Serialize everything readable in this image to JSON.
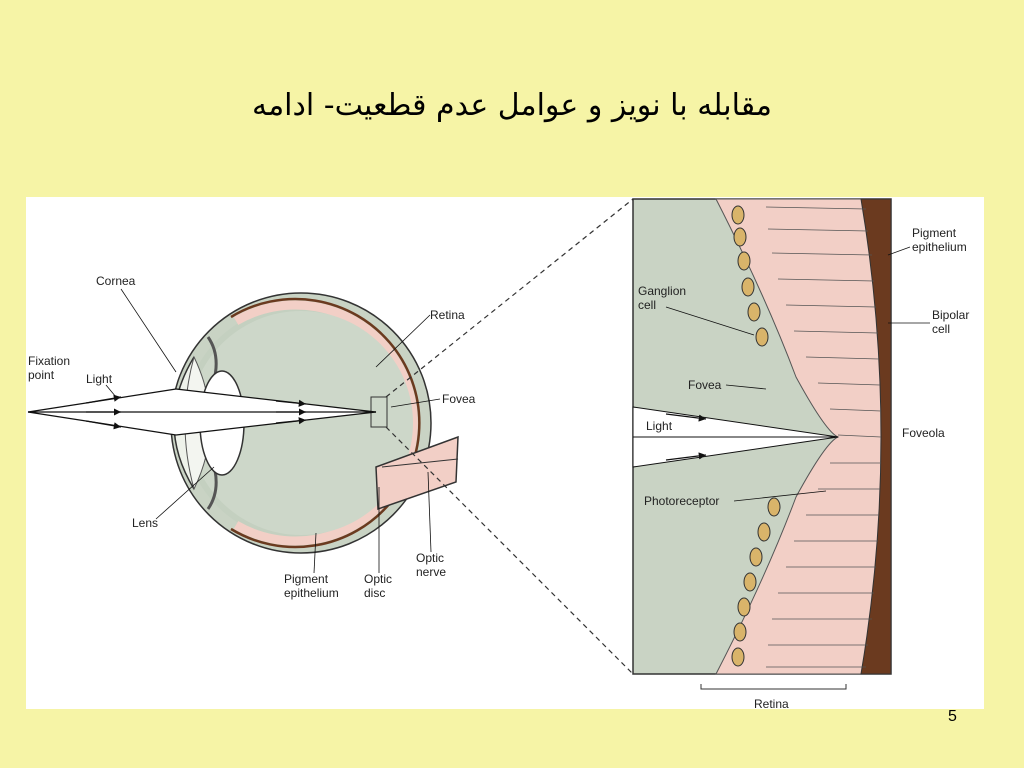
{
  "slide": {
    "title": "مقابله با نویز و عوامل عدم قطعیت- ادامه",
    "page_number": "5"
  },
  "eye_diagram": {
    "labels": {
      "fixation_point_1": "Fixation",
      "fixation_point_2": "point",
      "light": "Light",
      "cornea": "Cornea",
      "lens": "Lens",
      "retina": "Retina",
      "fovea": "Fovea",
      "pigment_epithelium_1": "Pigment",
      "pigment_epithelium_2": "epithelium",
      "optic_disc_1": "Optic",
      "optic_disc_2": "disc",
      "optic_nerve_1": "Optic",
      "optic_nerve_2": "nerve"
    }
  },
  "retina_detail": {
    "labels": {
      "ganglion_cell_1": "Ganglion",
      "ganglion_cell_2": "cell",
      "fovea": "Fovea",
      "light": "Light",
      "photoreceptor": "Photoreceptor",
      "pigment_epithelium_1": "Pigment",
      "pigment_epithelium_2": "epithelium",
      "bipolar_cell_1": "Bipolar",
      "bipolar_cell_2": "cell",
      "foveola": "Foveola",
      "retina": "Retina"
    }
  },
  "colors": {
    "background": "#f6f4a6",
    "tissue_gray": "#c9d3c4",
    "retina_pink": "#f2cfc6",
    "pigment_brown": "#6b3a1f",
    "ganglion_tan": "#d9b46a"
  }
}
